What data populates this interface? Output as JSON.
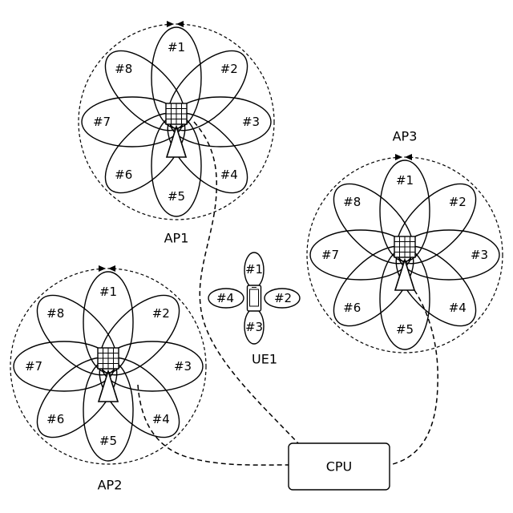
{
  "diagram": {
    "access_points": [
      {
        "label": "AP1",
        "beams": [
          "#1",
          "#2",
          "#3",
          "#4",
          "#5",
          "#6",
          "#7",
          "#8"
        ]
      },
      {
        "label": "AP2",
        "beams": [
          "#1",
          "#2",
          "#3",
          "#4",
          "#5",
          "#6",
          "#7",
          "#8"
        ]
      },
      {
        "label": "AP3",
        "beams": [
          "#1",
          "#2",
          "#3",
          "#4",
          "#5",
          "#6",
          "#7",
          "#8"
        ]
      }
    ],
    "ue": {
      "label": "UE1",
      "beams": [
        "#1",
        "#2",
        "#3",
        "#4"
      ]
    },
    "cpu": {
      "label": "CPU"
    }
  },
  "colors": {
    "line": "#000000",
    "background": "#ffffff"
  }
}
